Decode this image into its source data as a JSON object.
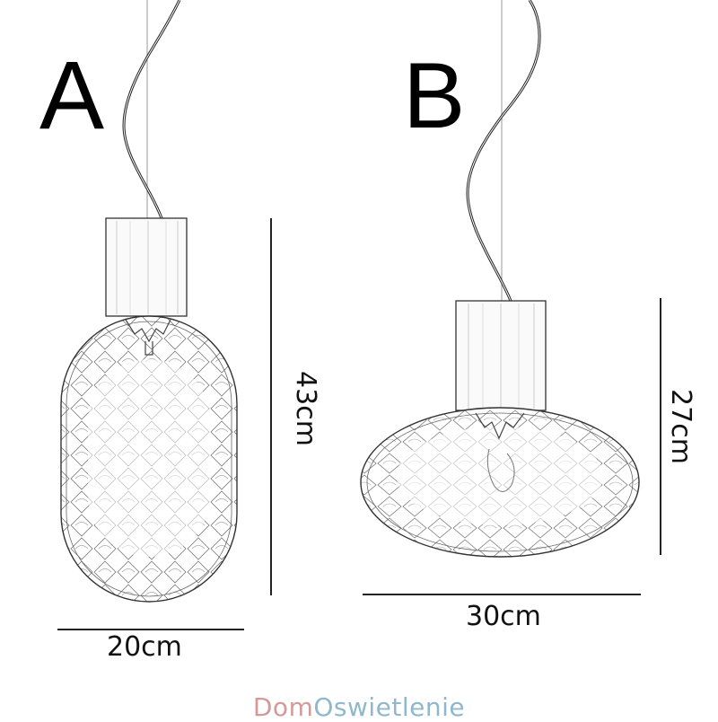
{
  "figure": {
    "type": "product dimension drawing",
    "subject": "glass pendant lamps"
  },
  "lamps": [
    {
      "label": "A",
      "shape": "capsule / elongated oval",
      "height": "43cm",
      "width": "20cm"
    },
    {
      "label": "B",
      "shape": "flattened oblate globe",
      "height": "27cm",
      "width": "30cm"
    }
  ],
  "watermark": {
    "part1": "Dom",
    "part2": "Oswietlenie",
    "color1": "#d49a9a",
    "color2": "#8fb8cc"
  },
  "colors": {
    "line": "#1a1a1a",
    "glass_pattern": "#555555",
    "background": "#ffffff"
  }
}
